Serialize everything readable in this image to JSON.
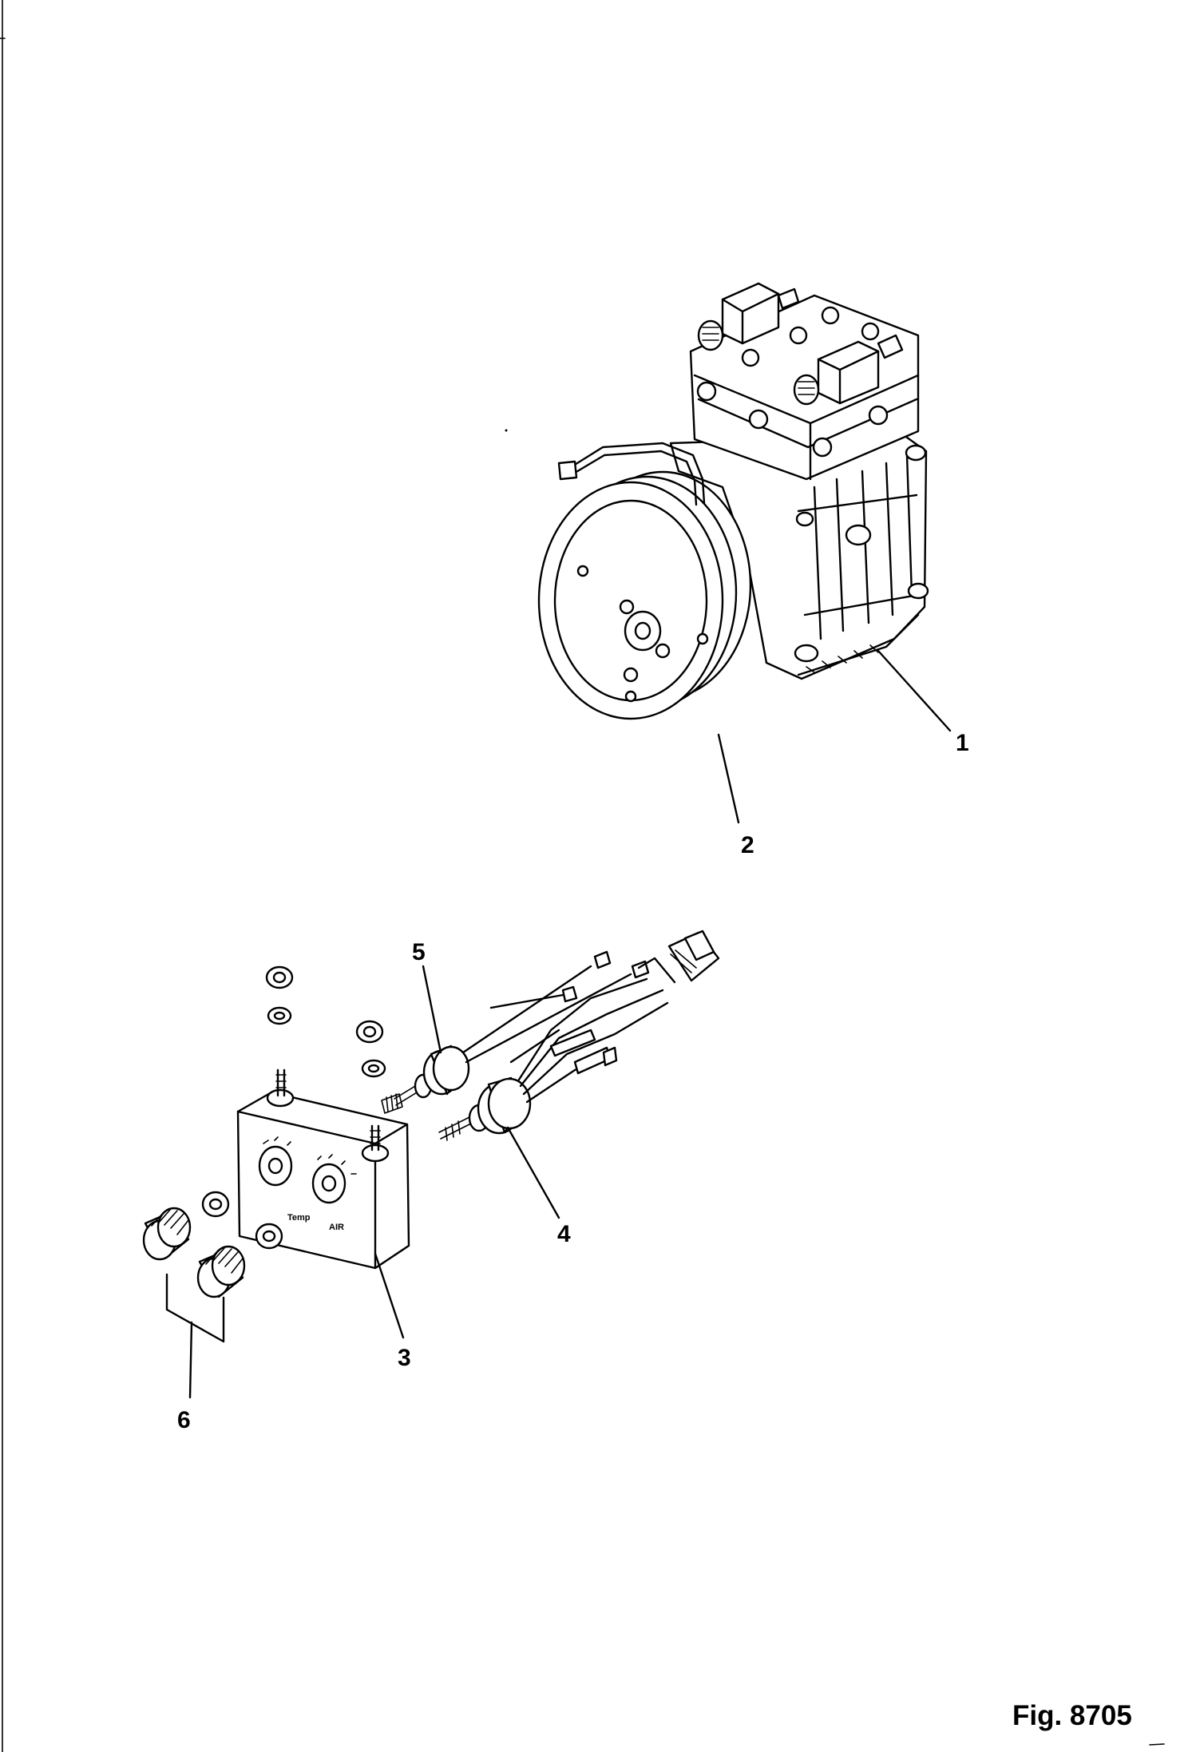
{
  "callouts": {
    "c1": "1",
    "c2": "2",
    "c3": "3",
    "c4": "4",
    "c5": "5",
    "c6": "6"
  },
  "figure_label": "Fig. 8705",
  "panel_text": {
    "temp": "Temp",
    "air": "AIR"
  }
}
